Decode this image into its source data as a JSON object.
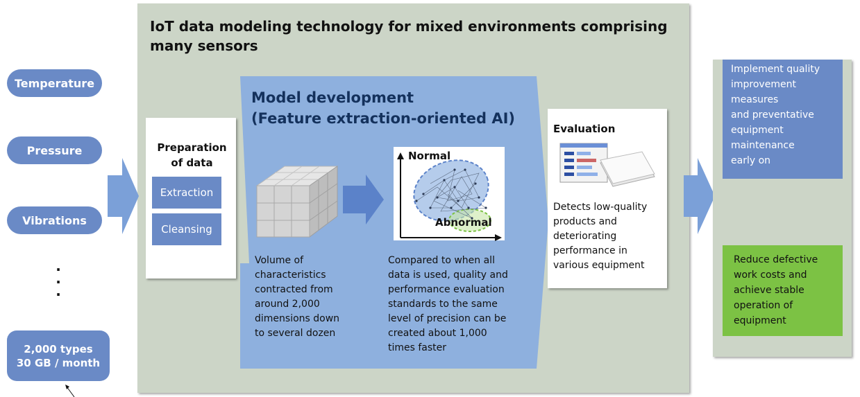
{
  "title": "IoT data modeling technology for mixed environments comprising many sensors",
  "sensors": {
    "items": [
      "Temperature",
      "Pressure",
      "Vibrations"
    ],
    "ellipsis": "·\n·\n·",
    "volume": [
      "2,000 types",
      "30 GB / month"
    ]
  },
  "preparation": {
    "title": "Preparation\nof data",
    "steps": [
      "Extraction",
      "Cleansing"
    ]
  },
  "model": {
    "title": "Model development\n(Feature extraction-oriented AI)",
    "volume_text": "Volume of\ncharacteristics\ncontracted from\n around 2,000\ndimensions down\nto several dozen",
    "normal_label": "Normal",
    "abnormal_label": "Abnormal",
    "comparison_text": "Compared to when all\ndata is used, quality and\nperformance evaluation\nstandards to the same\nlevel of precision can be\ncreated about 1,000\ntimes faster"
  },
  "evaluation": {
    "title": "Evaluation",
    "text": "Detects low-quality\nproducts and\ndeteriorating\nperformance in\nvarious equipment"
  },
  "outcomes": {
    "implement": "Implement quality\nimprovement\nmeasures\nand preventative\nequipment\nmaintenance\nearly on",
    "reduce": "Reduce defective\nwork costs and\nachieve stable\noperation of\nequipment"
  },
  "colors": {
    "panel": "#ccd5c7",
    "blue_box": "#6a8ac6",
    "model_fill": "#8eb0de",
    "arrow": "#7ba0d8",
    "green_box": "#7cc244"
  }
}
